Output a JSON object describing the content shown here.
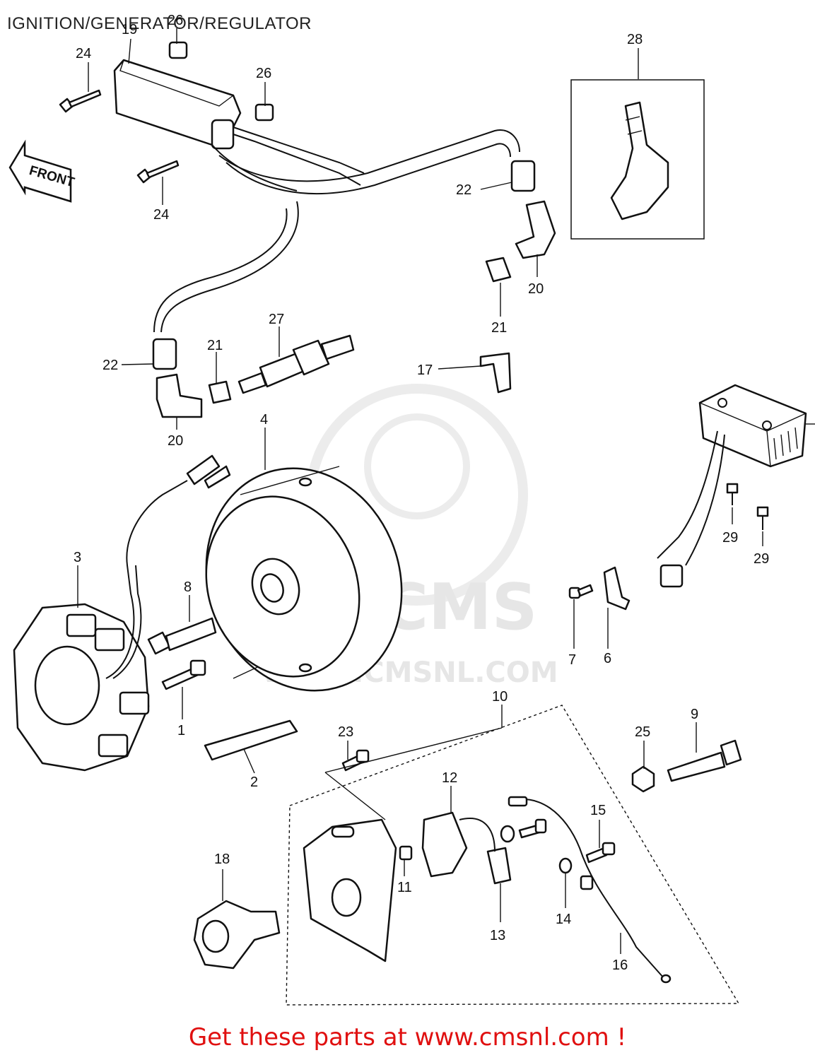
{
  "title": "IGNITION/GENERATOR/REGULATOR",
  "watermark": {
    "brand": "CMS",
    "url": "WWW.CMSNL.COM"
  },
  "front_arrow_label": "FRONT",
  "footer_text": "Get these parts at www.cmsnl.com !",
  "colors": {
    "footer": "#e01010",
    "line": "#111111",
    "watermark": "#e6e6e6"
  },
  "callouts": [
    "1",
    "2",
    "3",
    "4",
    "6",
    "7",
    "8",
    "9",
    "10",
    "11",
    "12",
    "13",
    "14",
    "15",
    "16",
    "17",
    "18",
    "19",
    "20",
    "20",
    "21",
    "21",
    "22",
    "22",
    "23",
    "24",
    "24",
    "25",
    "26",
    "26",
    "27",
    "28",
    "29",
    "29"
  ]
}
